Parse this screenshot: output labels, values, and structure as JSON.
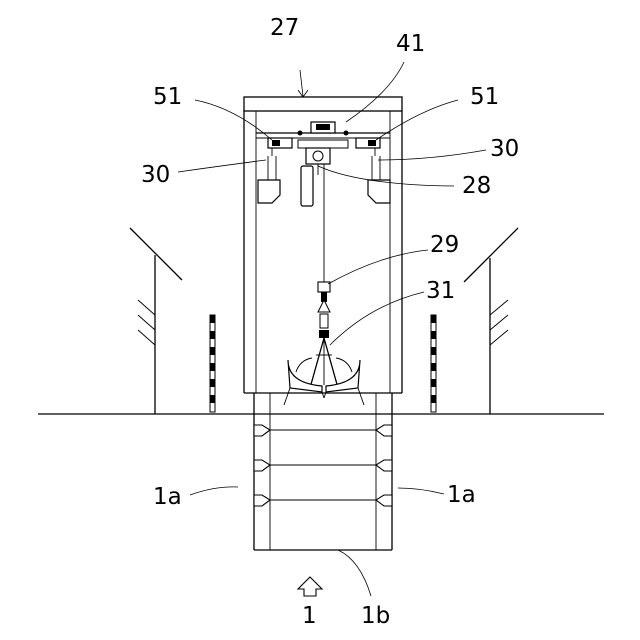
{
  "labels": {
    "l27": "27",
    "l41": "41",
    "l51_left": "51",
    "l51_right": "51",
    "l30_left": "30",
    "l30_right": "30",
    "l28": "28",
    "l29": "29",
    "l31": "31",
    "l1a_left": "1a",
    "l1a_right": "1a",
    "l1": "1",
    "l1b": "1b"
  },
  "icons": {
    "direction_arrow": "hollow-up-arrow-icon"
  }
}
